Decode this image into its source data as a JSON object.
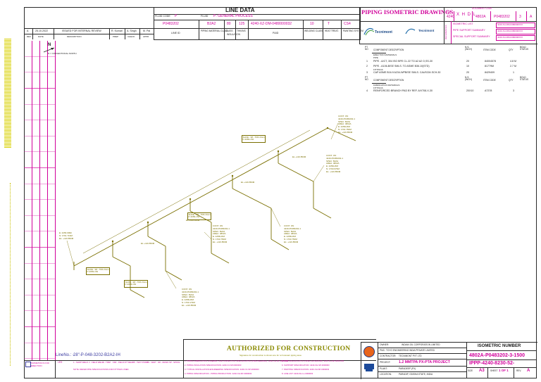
{
  "line_data": {
    "title": "LINE DATA",
    "fluid_code_label": "FLUID CODE",
    "fluid_code": "P",
    "fluid_label": "FLUID",
    "fluid": "P: GENERAL PROCESS",
    "values": [
      "P0483202",
      "B2A2",
      "80",
      "125",
      "4240-XZ-DM-0480000032",
      "10",
      "T",
      "CS4"
    ],
    "col_headers": [
      "LINE ID",
      "PIPING MATERIAL CLASS",
      "CLASS",
      "THK/INS",
      "P&ID",
      "WELDING CLASS",
      "HEAT TREAT.",
      "PAINTING SYSTEM"
    ],
    "col_subheaders": [
      "",
      "",
      "INSULATION",
      ""
    ]
  },
  "revision": {
    "rev": "A",
    "date": "25.10.2022",
    "description": "ISSUED FOR INTERNAL REVIEW",
    "prepared": "R. Kumari",
    "checked": "A. Singh",
    "approved": "M. Pai",
    "headers": [
      "REV",
      "DATE",
      "DESCRIPTION",
      "PREP",
      "CHECK",
      "APPR"
    ]
  },
  "title_block": {
    "main_title": "PIPING ISOMETRIC DRAWINGS",
    "document_code_label": "DOCUMENT CODE",
    "doc_parts": [
      "4240",
      "X H D L",
      "4802A",
      "P0483202",
      "3",
      "A"
    ],
    "job_label": "JOB",
    "refs": [
      "ISOMETRIC LIST",
      "PIPE SUPPORT SUMMARY",
      "SPECIAL SUPPORT SUMMARY"
    ],
    "ref_numbers": [
      "4240-XH-DM-0480000XXX",
      "4240-XH-DM-0480000XXX",
      "4240-XH-DM-0480000XXX"
    ],
    "references_label": "REFERENCES",
    "logo_text": "Tecnimont",
    "logo2_text": "Tecnimont"
  },
  "bom": {
    "headers": [
      "PT NO",
      "COMPONENT DESCRIPTION",
      "N.S. (INCH)",
      "ITEM CODE",
      "QTY",
      "BOLD STATUS"
    ],
    "section1": "ERECTION MATERIALS",
    "sub_pipe": "PIPE",
    "rows": [
      {
        "pt": "1",
        "desc": "PIPE - A/CT, 304 ISO BPE CL.22 TO A2 A2 O,SS-30",
        "ns": "20",
        "code": "84004578",
        "qty": "4.8 M"
      },
      {
        "pt": "2",
        "desc": "PIPE - A106-B/SE SMLS. TO ASME B36.10(STD)",
        "ns": "10",
        "code": "81779M",
        "qty": "2.7 M"
      }
    ],
    "sub_fittings": "FITTINGS",
    "fit_rows": [
      {
        "pt": "3",
        "desc": "CAP ASME B16.9 A234-WPB/SE SMLS. CAUSCM-SCH-30",
        "ns": "20",
        "code": "8429409",
        "qty": "1"
      }
    ],
    "section2_headers": [
      "PT NO",
      "COMPONENT DESCRIPTION",
      "N.S. (INCH)",
      "ITEM CODE",
      "QTY",
      "BOLD STATUS"
    ],
    "section2": "FABRICATION MATERIALS",
    "sub_fittings2": "FITTINGS",
    "fab_rows": [
      {
        "pt": "4",
        "desc": "REINFORCED BRANCH PAD BY REF. A/V708-X-30",
        "ns": "20X10",
        "code": "A7378",
        "qty": "3"
      }
    ]
  },
  "drawing": {
    "north": "N",
    "north_note": "N = CONVENTIONAL NORTH",
    "callouts": [
      "CONT. ON\n4240-P0483202-1\nSPEC: B2A2\nAREA: 4802A\nE: 4256HXM\nN: 1791.750M\nEL: +116.850M",
      "CONT. ON\n4240-P0483202-1\nSPEC: B2A2\nAREA: 4802A\nE: 4256HXM\nN: 1790.979M\nEL: +116.850M",
      "CONT. ON\n4240-P0483202-1\nSPEC: B2A2\nAREA: 4802A\nE: 4256HXM\nN: 1790.750M\nEL: +116.850M",
      "CONT. ON\n4240-P0483202-1\nSPEC: B2A2\nAREA: 4802A\nE: 4256HXM\nN: 1790.750M\nEL: +116.850M",
      "CONT. ON\n4240-P0483202-1\nSPEC: B2A2\nAREA: 4802A\nE: 4256HXM\nN: 1790.179M\nEL: +116.850M"
    ],
    "supports": [
      "SHOE - 98 - TRK-Nnnn\nP-4083-152",
      "SHOE - 98 - TRK-Nnnn\nP-4083-152",
      "SHOE - 98 - TRK-Nnnn\nP-4083-152",
      "SHOE - 98 - TRK-Nnnn\nP-4083-152"
    ],
    "elev": [
      "EL +116.850M",
      "EL +116.850M",
      "EL +116.850M",
      "EL +116.850M"
    ],
    "coord_left": "E: 4256.9990\nN: 1791.719M\nEL: +116.850M",
    "line_no_label": "LineNo.: -",
    "line_no": "28\"-P-048-3202-B2A2-IH",
    "authorized": "AUTHORIZED FOR CONSTRUCTION",
    "authorized_sub": "Signature for construction is shown are for ref relevant piping area"
  },
  "notes": {
    "items": [
      "1. PIPING FABRICATION, ASSEMBLY AND INSPECTION SPECIFICATION (PIPE WELDING): 4240-XH-SP-0000-003",
      "2. PIPING INSULATION SPECIFICATION: 4240-XJ-SP-0000003",
      "3. TYPICAL INSTALLATION ENGINEERING SPECIFICATION: 4240-XJ-SP-0000003",
      "4. PIPING SPECIFICATION - PIPING PRODUCTION: 4240-XH-SP-0000003"
    ],
    "items2": [
      "5. PIPE SPECIFICATION (SPEC ALPHANUM): 4240-XH-SP-0000-003",
      "6. SUPPORT SPECIFICATION: 4240-XH-SP-0000003",
      "7. PAINTING SPECIFICATION: 4240-XH-SP-0000003",
      "8. LINE LIST: 4240-XH-LL-0000003"
    ],
    "legend_label": "LEG",
    "legend": [
      "1 - SHOP WELD",
      "2 - FIELD WELD",
      "3 - TRIM",
      "FFR - FIELD FIT WELD",
      "TP - TEST POINT",
      "VN - VENT",
      "DR - DRAIN",
      "SP - SPOOL"
    ],
    "legend_note": "NOTE: REFER PIPE SPECIFICATIONS FOR FITTINGS USED.",
    "client_box": "ISOMETRICS FOR ERECTION"
  },
  "owner_block": {
    "owner_label": "OWNER:",
    "owner": "INDIAN OIL CORPORATION LIMITED",
    "pmc_label": "PMC:",
    "pmc": "TOYO ENGINEERING INDIA PRIVATE LIMITED",
    "contractor_label": "CONTRACTOR:",
    "contractor": "TECNIMONT PVT LTD",
    "project_label": "PROJECT:",
    "project": "1.2 MMTPA PX-PTA PROJECT",
    "plant_label": "PLANT:",
    "plant": "PARADEEP (PX)",
    "location_label": "LOCATION:",
    "location": "PARADIP, ODISHA STATE, INDIA",
    "iso_number_label": "ISOMETRIC NUMBER",
    "iso_number": "4802A-P0483202-3-1500",
    "doc_number": "IPPP-4240-8230-52-",
    "size_label": "SIZE",
    "size": "A3",
    "sheet_label": "SHEET",
    "sheet": "1 OF 1",
    "rev_label": "REV.",
    "rev": "A"
  },
  "colors": {
    "frame": "#2a2a2a",
    "magenta": "#d0009a",
    "drawing": "#7a6f00",
    "stamp": "#8a8a00",
    "barcode": "#d8d000"
  }
}
